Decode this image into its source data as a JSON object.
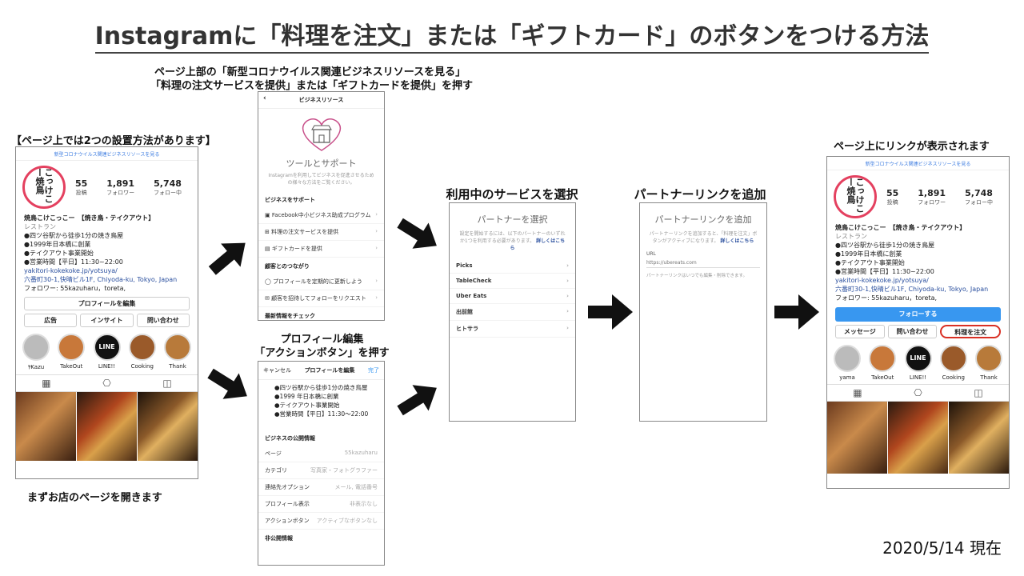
{
  "title": "Instagramに「料理を注文」または「ギフトカード」のボタンをつける方法",
  "captions": {
    "left_top": "【ページ上では2つの設置方法があります】",
    "left_bottom": "まずお店のページを開きます",
    "mid_top_1": "ページ上部の「新型コロナウイルス関連ビジネスリソースを見る」",
    "mid_top_2": "「料理の注文サービスを提供」または「ギフトカードを提供」を押す",
    "mid_bottom_1": "プロフィール編集",
    "mid_bottom_2": "「アクションボタン」を押す",
    "partner_select": "利用中のサービスを選択",
    "partner_link": "パートナーリンクを追加",
    "right_top": "ページ上にリンクが表示されます"
  },
  "date_stamp": "2020/5/14 現在",
  "profile": {
    "banner": "新型コロナウイルス関連ビジネスリソースを見る",
    "avatar_text": "こっけこー焼鳥",
    "stats": [
      {
        "value": "55",
        "label": "投稿"
      },
      {
        "value": "1,891",
        "label": "フォロワー"
      },
      {
        "value": "5,748",
        "label": "フォロー中"
      }
    ],
    "name": "焼鳥こけこっこー　【焼き鳥・テイクアウト】",
    "category": "レストラン",
    "bio": [
      "●四ツ谷駅から徒歩1分の焼き鳥屋",
      "●1999年日本橋に創業",
      "●テイクアウト事業開始",
      "●営業時間【平日】11:30~22:00"
    ],
    "link": "yakitori-kokekoke.jp/yotsuya/",
    "address": "六番町30-1,快晴ビル1F, Chiyoda-ku, Tokyo, Japan",
    "followed_by": "フォロワー: 55kazuharu，toreta,",
    "edit_button": "プロフィールを編集",
    "buttons": [
      "広告",
      "インサイト",
      "問い合わせ"
    ],
    "highlights": [
      "ﾔKazu",
      "TakeOut",
      "LINE!!",
      "Cooking",
      "Thank"
    ],
    "line_logo": "LINE"
  },
  "resources": {
    "header": "ビジネスリソース",
    "heading": "ツールとサポート",
    "desc": "Instagramを利用してビジネスを促進させるための様々な方法をご覧ください。",
    "sec1": "ビジネスをサポート",
    "items1": [
      "Facebook中小ビジネス助成プログラム",
      "料理の注文サービスを提供",
      "ギフトカードを提供"
    ],
    "sec2": "顧客とのつながり",
    "items2": [
      "プロフィールを定期的に更新しよう",
      "顧客を招待してフォローをリクエスト"
    ],
    "sec3": "最新情報をチェック"
  },
  "edit": {
    "cancel": "キャンセル",
    "header": "プロフィールを編集",
    "done": "完了",
    "bio": [
      "●四ツ谷駅から徒歩1分の焼き鳥屋",
      "●1999 年日本橋に創業",
      "●テイクアウト事業開始",
      "●営業時間【平日】11:30〜22:00"
    ],
    "sec": "ビジネスの公開情報",
    "rows": [
      {
        "label": "ページ",
        "value": "55kazuharu"
      },
      {
        "label": "カテゴリ",
        "value": "写真家・フォトグラファー"
      },
      {
        "label": "連絡先オプション",
        "value": "メール, 電話番号"
      },
      {
        "label": "プロフィール表示",
        "value": "非表示なし"
      },
      {
        "label": "アクションボタン",
        "value": "アクティブなボタンなし"
      }
    ],
    "private": "非公開情報"
  },
  "partners": {
    "heading": "パートナーを選択",
    "desc": "設定を開始するには、以下のパートナーのいずれか1つを利用する必要があります。",
    "more": "詳しくはこちら",
    "items": [
      "Picks",
      "TableCheck",
      "Uber Eats",
      "出前館",
      "ヒトサラ"
    ]
  },
  "partner_link": {
    "heading": "パートナーリンクを追加",
    "desc": "パートナーリンクを追加すると、「料理を注文」ボタンがアクティブになります。",
    "more": "詳しくはこちら",
    "url_label": "URL",
    "url_placeholder": "https://ubereats.com",
    "note": "パートナーリンクはいつでも編集・削除できます。"
  },
  "result": {
    "follow": "フォローする",
    "buttons": [
      "メッセージ",
      "問い合わせ",
      "料理を注文"
    ],
    "highlights": [
      "yama",
      "TakeOut",
      "LINE!!",
      "Cooking",
      "Thank"
    ]
  },
  "colors": {
    "ig_blue": "#3897f0",
    "highlight_red": "#d93025",
    "avatar_ring": "#e4405f"
  }
}
